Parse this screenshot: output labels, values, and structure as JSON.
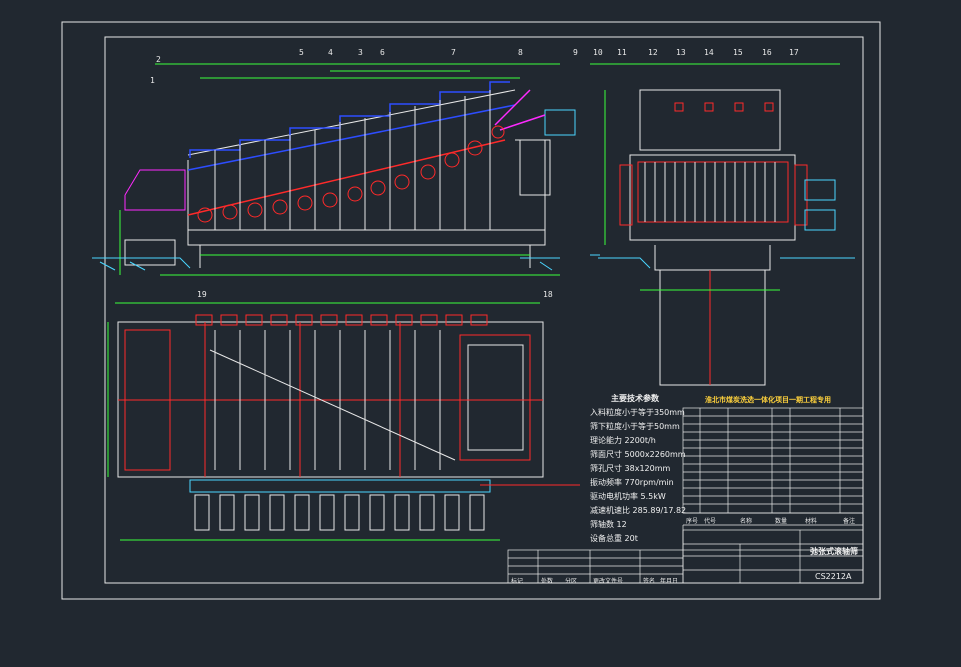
{
  "drawing": {
    "part_numbers": [
      "1",
      "2",
      "3",
      "4",
      "5",
      "6",
      "7",
      "8",
      "9",
      "10",
      "11",
      "12",
      "13",
      "14",
      "15",
      "16",
      "17",
      "18",
      "19"
    ],
    "spec_title": "主要技术参数",
    "spec_lines": [
      "入料粒度小于等于350mm",
      "筛下粒度小于等于50mm",
      "理论能力 2200t/h",
      "筛面尺寸 5000x2260mm",
      "筛孔尺寸 38x120mm",
      "振动频率 770rpm/min",
      "驱动电机功率 5.5kW",
      "减速机速比 285.89/17.82",
      "筛轴数 12",
      "设备总重 20t"
    ],
    "project_title": "淮北市煤炭洗选一体化项目一期工程专用",
    "title_block": {
      "name": "弛张式滚轴筛",
      "code": "CS2212A",
      "col_labels": [
        "序号",
        "代号",
        "名称",
        "数量",
        "材料",
        "备注"
      ],
      "row_marks": [
        "标记",
        "处数",
        "分区",
        "更改文件号",
        "签名",
        "年月日"
      ]
    }
  },
  "colors": {
    "background": "#212830",
    "line": "#e8e8e8",
    "accent_blue": "#2d4dff",
    "accent_red": "#ff2a2a",
    "accent_green": "#3cff3c",
    "accent_magenta": "#ff2aff",
    "accent_cyan": "#4ad6ff"
  }
}
